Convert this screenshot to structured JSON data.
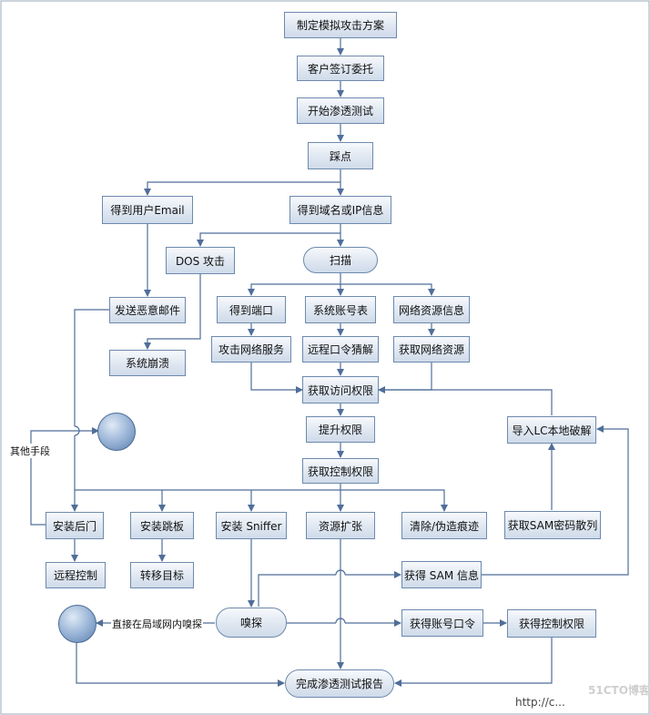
{
  "nodes": {
    "plan": "制定模拟攻击方案",
    "sign": "客户签订委托",
    "start": "开始渗透测试",
    "recon": "踩点",
    "email": "得到用户Email",
    "domain": "得到域名或IP信息",
    "dos": "DOS 攻击",
    "scan": "扫描",
    "phish": "发送恶意邮件",
    "crash": "系统崩溃",
    "ports": "得到端口",
    "accounts": "系统账号表",
    "netinfo": "网络资源信息",
    "attack": "攻击网络服务",
    "crack": "远程口令猜解",
    "getres": "获取网络资源",
    "access": "获取访问权限",
    "elevate": "提升权限",
    "control": "获取控制权限",
    "lc": "导入LC本地破解",
    "backdoor": "安装后门",
    "jump": "安装跳板",
    "sniffer": "安装 Sniffer",
    "expand": "资源扩张",
    "clean": "清除/伪造痕迹",
    "samhash": "获取SAM密码散列",
    "remote": "远程控制",
    "transfer": "转移目标",
    "saminfo": "获得 SAM 信息",
    "sniff": "嗅探",
    "acctpw": "获得账号口令",
    "ctrl2": "获得控制权限",
    "report": "完成渗透测试报告"
  },
  "labels": {
    "other_means": "其他手段",
    "lan_sniff": "直接在局域网内嗅探"
  },
  "watermark": {
    "line1": "51CTO博客",
    "line2": "http://c..."
  },
  "colors": {
    "border": "#6d8aad",
    "line": "#4f6e99",
    "circle": "#7f9cc4"
  }
}
